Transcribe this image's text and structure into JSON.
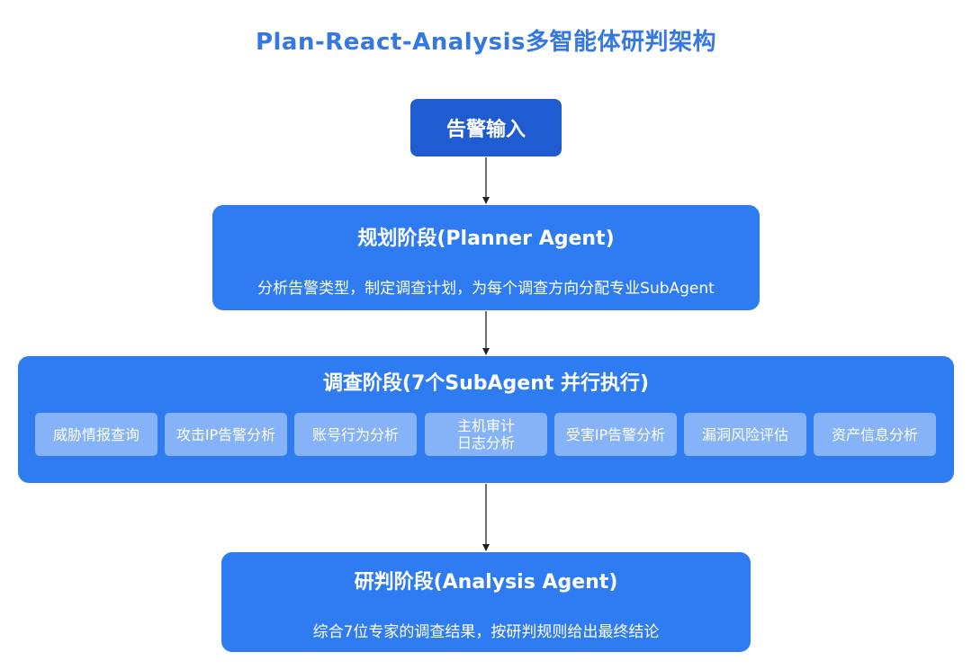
{
  "title": "Plan-React-Analysis多智能体研判架构",
  "input": {
    "label": "告警输入"
  },
  "planner": {
    "title": "规划阶段(Planner Agent)",
    "description": "分析告警类型，制定调查计划，为每个调查方向分配专业SubAgent"
  },
  "investigation": {
    "title": "调查阶段(7个SubAgent 并行执行)",
    "subagents": [
      {
        "lines": [
          "威胁情报查询"
        ]
      },
      {
        "lines": [
          "攻击IP告警分析"
        ]
      },
      {
        "lines": [
          "账号行为分析"
        ]
      },
      {
        "lines": [
          "主机审计",
          "日志分析"
        ]
      },
      {
        "lines": [
          "受害IP告警分析"
        ]
      },
      {
        "lines": [
          "漏洞风险评估"
        ]
      },
      {
        "lines": [
          "资产信息分析"
        ]
      }
    ]
  },
  "analysis": {
    "title": "研判阶段(Analysis Agent)",
    "description": "综合7位专家的调查结果，按研判规则给出最终结论"
  },
  "colors": {
    "title": "#3577e3",
    "primary": "#2f7cf2",
    "input": "#1f5bd1",
    "subagent": "#86b3f7",
    "arrow": "#222222"
  }
}
